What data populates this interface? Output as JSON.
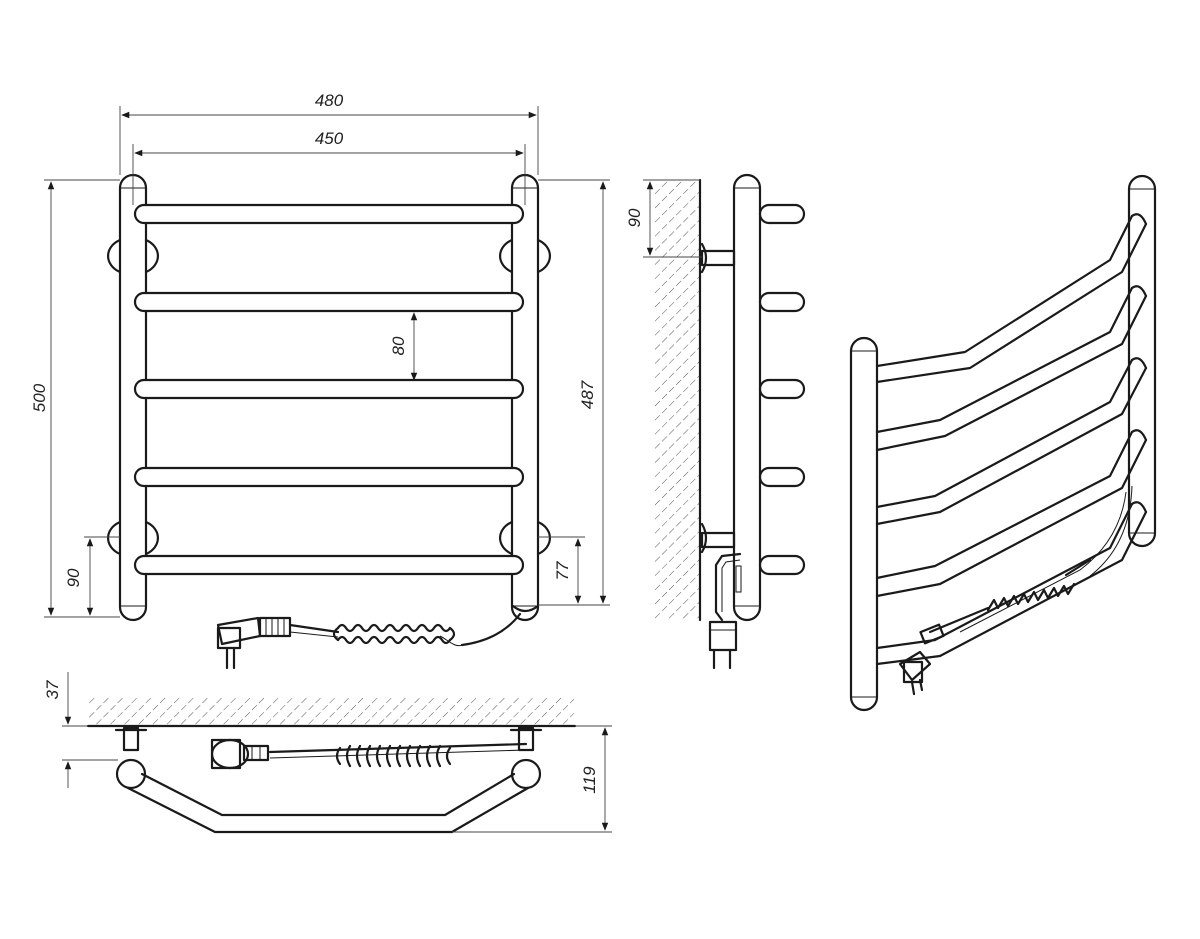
{
  "dimensions": {
    "overall_width": "480",
    "rail_spacing": "450",
    "overall_height": "500",
    "bottom_to_mount": "90",
    "rung_spacing": "80",
    "mount_height": "487",
    "bottom_offset": "77",
    "wall_top_mount": "90",
    "wall_gap": "37",
    "depth": "119"
  },
  "colors": {
    "line": "#1a1a1a",
    "hatch": "#555555",
    "background": "#ffffff"
  },
  "views": [
    "front-view",
    "side-view",
    "top-view",
    "isometric-view"
  ]
}
